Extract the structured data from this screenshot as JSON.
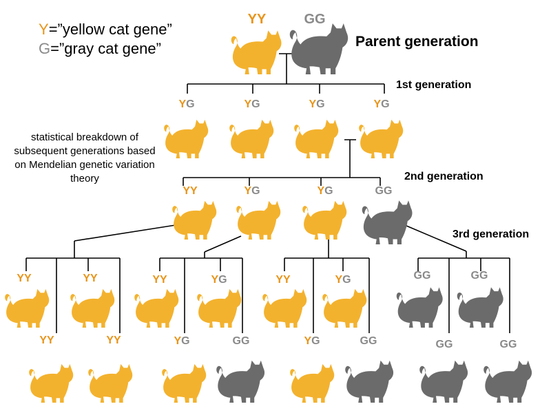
{
  "legend": {
    "yellow": {
      "letter": "Y",
      "text": "=”yellow cat gene”"
    },
    "gray": {
      "letter": "G",
      "text": "=”gray cat gene”"
    }
  },
  "generation_labels": {
    "parent": "Parent generation",
    "first": "1st generation",
    "second": "2nd generation",
    "third": "3rd generation"
  },
  "note": "statistical breakdown of subsequent generations based on Mendelian genetic variation theory",
  "colors": {
    "yellow_cat": "#f3b22e",
    "gray_cat": "#6b6b6b",
    "Y_letter": "#e8951c",
    "G_letter": "#8a8a8a",
    "line": "#000000"
  },
  "icons": {
    "cat": "cat-silhouette-icon"
  },
  "cats": {
    "parent": [
      {
        "genotype": "YY",
        "color": "yellow"
      },
      {
        "genotype": "GG",
        "color": "gray"
      }
    ],
    "first": [
      {
        "genotype": "YG",
        "color": "yellow"
      },
      {
        "genotype": "YG",
        "color": "yellow"
      },
      {
        "genotype": "YG",
        "color": "yellow"
      },
      {
        "genotype": "YG",
        "color": "yellow"
      }
    ],
    "second": [
      {
        "genotype": "YY",
        "color": "yellow"
      },
      {
        "genotype": "YG",
        "color": "yellow"
      },
      {
        "genotype": "YG",
        "color": "yellow"
      },
      {
        "genotype": "GG",
        "color": "gray"
      }
    ],
    "third": [
      {
        "genotype": "YY",
        "color": "yellow"
      },
      {
        "genotype": "YY",
        "color": "yellow"
      },
      {
        "genotype": "YY",
        "color": "yellow"
      },
      {
        "genotype": "YY",
        "color": "yellow"
      },
      {
        "genotype": "YY",
        "color": "yellow"
      },
      {
        "genotype": "YG",
        "color": "yellow"
      },
      {
        "genotype": "YG",
        "color": "yellow"
      },
      {
        "genotype": "GG",
        "color": "gray"
      },
      {
        "genotype": "YY",
        "color": "yellow"
      },
      {
        "genotype": "YG",
        "color": "yellow"
      },
      {
        "genotype": "YG",
        "color": "yellow"
      },
      {
        "genotype": "GG",
        "color": "gray"
      },
      {
        "genotype": "GG",
        "color": "gray"
      },
      {
        "genotype": "GG",
        "color": "gray"
      },
      {
        "genotype": "GG",
        "color": "gray"
      },
      {
        "genotype": "GG",
        "color": "gray"
      }
    ]
  }
}
